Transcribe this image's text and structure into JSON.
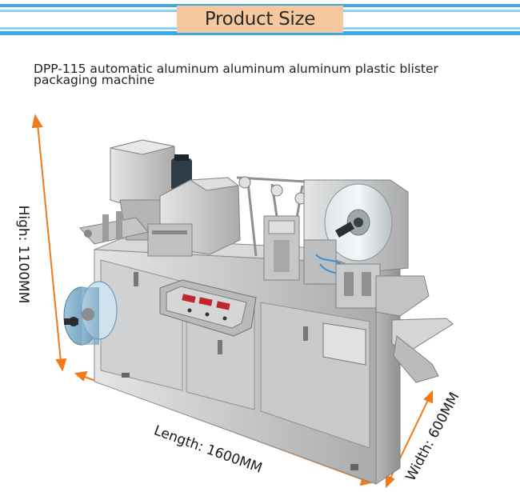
{
  "header": {
    "title": "Product Size"
  },
  "product": {
    "title": "DPP-115 automatic aluminum aluminum aluminum plastic blister packaging machine"
  },
  "dimensions": {
    "height": "High: 1100MM",
    "length": "Length: 1600MM",
    "width": "Width: 600MM"
  },
  "colors": {
    "stripe_blue": "#3aa9e8",
    "title_box": "#f7c8a0",
    "arrow_orange": "#f07a1a",
    "steel": "#c9cbcc"
  }
}
